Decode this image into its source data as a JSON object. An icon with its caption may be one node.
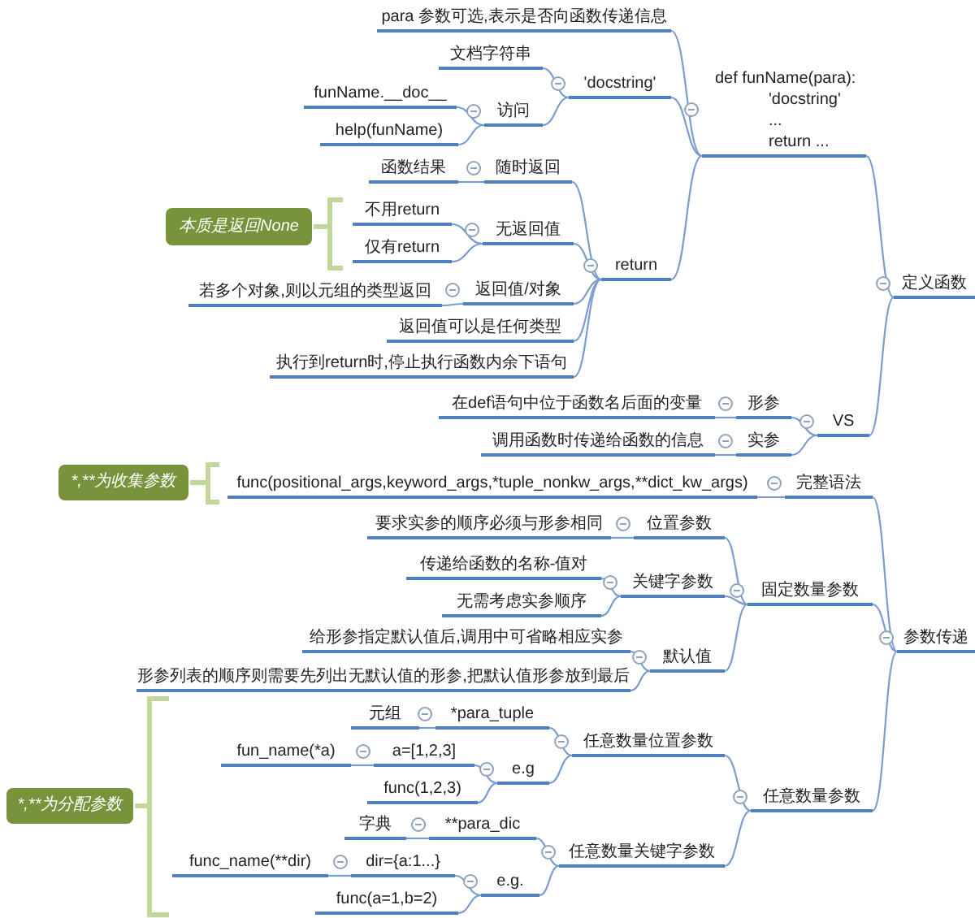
{
  "diagram": {
    "nodes": [
      {
        "text": [
          "定义函数"
        ]
      },
      {
        "text": [
          "def funName(para):",
          "'docstring'",
          "...",
          "return ..."
        ]
      },
      {
        "text": [
          "para 参数可选,表示是否向函数传递信息"
        ]
      },
      {
        "text": [
          "'docstring'"
        ]
      },
      {
        "text": [
          "文档字符串"
        ]
      },
      {
        "text": [
          "访问"
        ]
      },
      {
        "text": [
          "funName.__doc__"
        ]
      },
      {
        "text": [
          "help(funName)"
        ]
      },
      {
        "text": [
          "return"
        ]
      },
      {
        "text": [
          "随时返回"
        ]
      },
      {
        "text": [
          "函数结果"
        ]
      },
      {
        "text": [
          "无返回值"
        ]
      },
      {
        "text": [
          "不用return"
        ]
      },
      {
        "text": [
          "仅有return"
        ]
      },
      {
        "text": [
          "返回值/对象"
        ]
      },
      {
        "text": [
          "若多个对象,则以元组的类型返回"
        ]
      },
      {
        "text": [
          "返回值可以是任何类型"
        ]
      },
      {
        "text": [
          "执行到return时,停止执行函数内余下语句"
        ]
      },
      {
        "text": [
          "VS"
        ]
      },
      {
        "text": [
          "形参"
        ]
      },
      {
        "text": [
          "在def语句中位于函数名后面的变量"
        ]
      },
      {
        "text": [
          "实参"
        ]
      },
      {
        "text": [
          "调用函数时传递给函数的信息"
        ]
      },
      {
        "text": [
          "参数传递"
        ]
      },
      {
        "text": [
          "完整语法"
        ]
      },
      {
        "text": [
          "func(positional_args,keyword_args,*tuple_nonkw_args,**dict_kw_args)"
        ]
      },
      {
        "text": [
          "固定数量参数"
        ]
      },
      {
        "text": [
          "位置参数"
        ]
      },
      {
        "text": [
          "要求实参的顺序必须与形参相同"
        ]
      },
      {
        "text": [
          "关键字参数"
        ]
      },
      {
        "text": [
          "传递给函数的名称-值对"
        ]
      },
      {
        "text": [
          "无需考虑实参顺序"
        ]
      },
      {
        "text": [
          "默认值"
        ]
      },
      {
        "text": [
          "给形参指定默认值后,调用中可省略相应实参"
        ]
      },
      {
        "text": [
          "形参列表的顺序则需要先列出无默认值的形参,把默认值形参放到最后"
        ]
      },
      {
        "text": [
          "任意数量参数"
        ]
      },
      {
        "text": [
          "任意数量位置参数"
        ]
      },
      {
        "text": [
          "*para_tuple"
        ]
      },
      {
        "text": [
          "元组"
        ]
      },
      {
        "text": [
          "e.g"
        ]
      },
      {
        "text": [
          "a=[1,2,3]"
        ]
      },
      {
        "text": [
          "fun_name(*a)"
        ]
      },
      {
        "text": [
          "func(1,2,3)"
        ]
      },
      {
        "text": [
          "任意数量关键字参数"
        ]
      },
      {
        "text": [
          "**para_dic"
        ]
      },
      {
        "text": [
          "字典"
        ]
      },
      {
        "text": [
          "e.g."
        ]
      },
      {
        "text": [
          "dir={a:1...}"
        ]
      },
      {
        "text": [
          "func_name(**dir)"
        ]
      },
      {
        "text": [
          "func(a=1,b=2)"
        ]
      },
      {
        "text": [
          "本质是返回None"
        ]
      },
      {
        "text": [
          "*,**为收集参数"
        ]
      },
      {
        "text": [
          "*,**为分配参数"
        ]
      }
    ],
    "edges": [
      {
        "from": 0,
        "to": 1,
        "arrow": "none"
      },
      {
        "from": 1,
        "to": 2,
        "arrow": "none"
      },
      {
        "from": 1,
        "to": 3,
        "arrow": "none"
      },
      {
        "from": 3,
        "to": 4,
        "arrow": "none"
      },
      {
        "from": 3,
        "to": 5,
        "arrow": "none"
      },
      {
        "from": 5,
        "to": 6,
        "arrow": "none"
      },
      {
        "from": 5,
        "to": 7,
        "arrow": "none"
      },
      {
        "from": 1,
        "to": 8,
        "arrow": "none"
      },
      {
        "from": 8,
        "to": 9,
        "arrow": "none"
      },
      {
        "from": 9,
        "to": 10,
        "arrow": "none"
      },
      {
        "from": 8,
        "to": 11,
        "arrow": "none"
      },
      {
        "from": 11,
        "to": 12,
        "arrow": "none"
      },
      {
        "from": 11,
        "to": 13,
        "arrow": "none"
      },
      {
        "from": 8,
        "to": 14,
        "arrow": "none"
      },
      {
        "from": 14,
        "to": 15,
        "arrow": "none"
      },
      {
        "from": 8,
        "to": 16,
        "arrow": "none"
      },
      {
        "from": 8,
        "to": 17,
        "arrow": "none"
      },
      {
        "from": 0,
        "to": 18,
        "arrow": "none"
      },
      {
        "from": 18,
        "to": 19,
        "arrow": "none"
      },
      {
        "from": 19,
        "to": 20,
        "arrow": "none"
      },
      {
        "from": 18,
        "to": 21,
        "arrow": "none"
      },
      {
        "from": 21,
        "to": 22,
        "arrow": "none"
      },
      {
        "from": 23,
        "to": 24,
        "arrow": "none"
      },
      {
        "from": 24,
        "to": 25,
        "arrow": "none"
      },
      {
        "from": 23,
        "to": 26,
        "arrow": "none"
      },
      {
        "from": 26,
        "to": 27,
        "arrow": "none"
      },
      {
        "from": 27,
        "to": 28,
        "arrow": "none"
      },
      {
        "from": 26,
        "to": 29,
        "arrow": "none"
      },
      {
        "from": 29,
        "to": 30,
        "arrow": "none"
      },
      {
        "from": 29,
        "to": 31,
        "arrow": "none"
      },
      {
        "from": 26,
        "to": 32,
        "arrow": "none"
      },
      {
        "from": 32,
        "to": 33,
        "arrow": "none"
      },
      {
        "from": 32,
        "to": 34,
        "arrow": "none"
      },
      {
        "from": 23,
        "to": 35,
        "arrow": "none"
      },
      {
        "from": 35,
        "to": 36,
        "arrow": "none"
      },
      {
        "from": 36,
        "to": 37,
        "arrow": "none"
      },
      {
        "from": 37,
        "to": 38,
        "arrow": "none"
      },
      {
        "from": 36,
        "to": 39,
        "arrow": "none"
      },
      {
        "from": 39,
        "to": 40,
        "arrow": "none"
      },
      {
        "from": 40,
        "to": 41,
        "arrow": "none"
      },
      {
        "from": 39,
        "to": 42,
        "arrow": "none"
      },
      {
        "from": 35,
        "to": 43,
        "arrow": "none"
      },
      {
        "from": 43,
        "to": 44,
        "arrow": "none"
      },
      {
        "from": 44,
        "to": 45,
        "arrow": "none"
      },
      {
        "from": 43,
        "to": 46,
        "arrow": "none"
      },
      {
        "from": 46,
        "to": 47,
        "arrow": "none"
      },
      {
        "from": 47,
        "to": 48,
        "arrow": "none"
      },
      {
        "from": 46,
        "to": 49,
        "arrow": "none"
      }
    ]
  }
}
